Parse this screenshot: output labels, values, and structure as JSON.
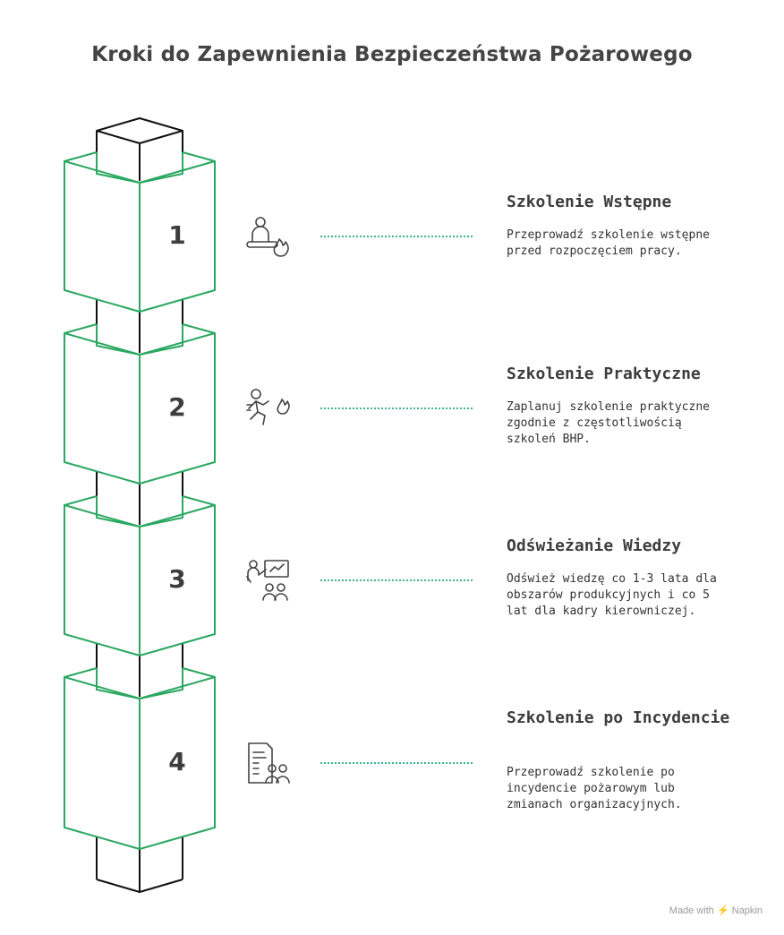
{
  "title": "Kroki do Zapewnienia Bezpieczeństwa Pożarowego",
  "colors": {
    "accent": "#2aa760",
    "dots": "#3bb58a",
    "text": "#3d3d3d"
  },
  "steps": [
    {
      "number": "1",
      "icon": "trainer-fire-icon",
      "heading": "Szkolenie Wstępne",
      "description": "Przeprowadź szkolenie wstępne przed rozpoczęciem pracy."
    },
    {
      "number": "2",
      "icon": "person-escaping-fire-icon",
      "heading": "Szkolenie Praktyczne",
      "description": "Zaplanuj szkolenie praktyczne zgodnie z częstotliwością szkoleń BHP."
    },
    {
      "number": "3",
      "icon": "presentation-group-icon",
      "heading": "Odświeżanie Wiedzy",
      "description": "Odśwież wiedzę co 1-3 lata dla obszarów produkcyjnych i co 5 lat dla kadry kierowniczej."
    },
    {
      "number": "4",
      "icon": "document-group-icon",
      "heading": "Szkolenie po Incydencie",
      "description": "Przeprowadź szkolenie po incydencie pożarowym lub zmianach organizacyjnych."
    }
  ],
  "footer": {
    "made_with": "Made with",
    "brand": "Napkin"
  }
}
